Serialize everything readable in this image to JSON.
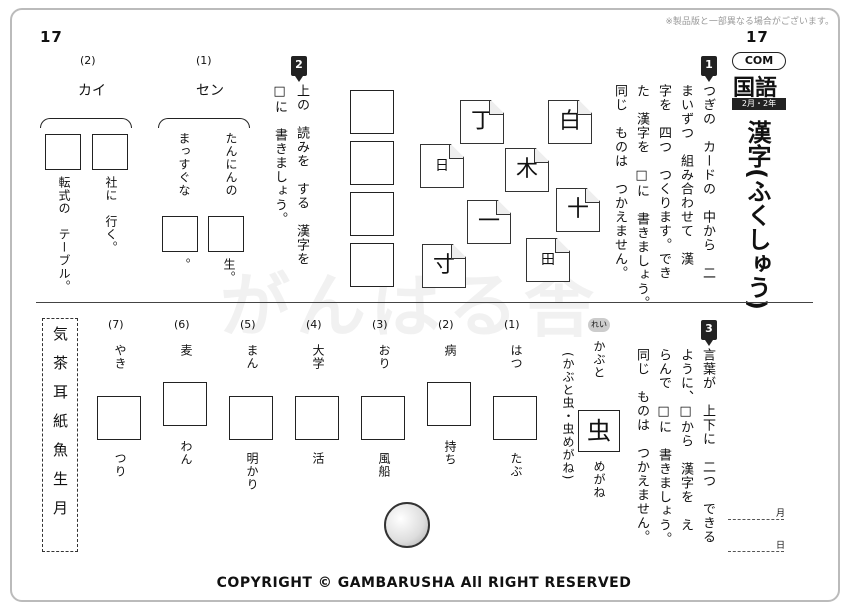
{
  "notice": "※製品版と一部異なる場合がございます。",
  "page_number": "17",
  "com": "COM",
  "subject": "国語",
  "grade": "2月・2年",
  "title": "漢字(ふくしゅう)",
  "watermark": "がんばる舎",
  "copyright": "COPYRIGHT © GAMBARUSHA All RIGHT RESERVED",
  "section1": {
    "badge": "1",
    "instructions": [
      "つぎの　カードの　中から　二",
      "まいずつ　組み合わせて　漢",
      "字を　四つ　つくります。でき",
      "た　漢字を　□に　書きましょう。",
      "同じ　ものは　つかえません。"
    ],
    "cards": [
      "白",
      "丁",
      "木",
      "十",
      "日",
      "一",
      "田",
      "寸"
    ]
  },
  "section2": {
    "badge": "2",
    "instructions": [
      "上の　読みを　する　漢字を",
      "□に　書きましょう。"
    ],
    "q1": {
      "label": "(1)",
      "reading": "セン",
      "items": [
        "たんにんの",
        "まっすぐな"
      ],
      "suffix1": "生。",
      "suffix2": "。"
    },
    "q2": {
      "label": "(2)",
      "reading": "カイ",
      "items": [
        "社に　行く。",
        "転式の　テーブル。"
      ]
    }
  },
  "section3": {
    "badge": "3",
    "instructions": [
      "言葉が　上下に　二つ　できる",
      "ように、□から　漢字を　え",
      "らんで　□に　書きましょう。",
      "同じ　ものは　つかえません。"
    ],
    "example": {
      "tag": "れい",
      "top": "かぶと",
      "answer": "虫",
      "bottom": "めがね",
      "note": "(かぶと虫・虫めがね)"
    },
    "items": [
      {
        "label": "(1)",
        "top": "はつ",
        "bottom": "たぶ"
      },
      {
        "label": "(2)",
        "top": "病",
        "bottom": "持ち"
      },
      {
        "label": "(3)",
        "top": "おり",
        "bottom": "風船"
      },
      {
        "label": "(4)",
        "top": "大学",
        "bottom": "活"
      },
      {
        "label": "(5)",
        "top": "まん",
        "bottom": "明かり"
      },
      {
        "label": "(6)",
        "top": "麦",
        "bottom": "わん"
      },
      {
        "label": "(7)",
        "top": "やき",
        "bottom": "つり"
      }
    ],
    "choices": "気茶耳紙魚生月"
  },
  "date": {
    "month": "月",
    "day": "日"
  }
}
